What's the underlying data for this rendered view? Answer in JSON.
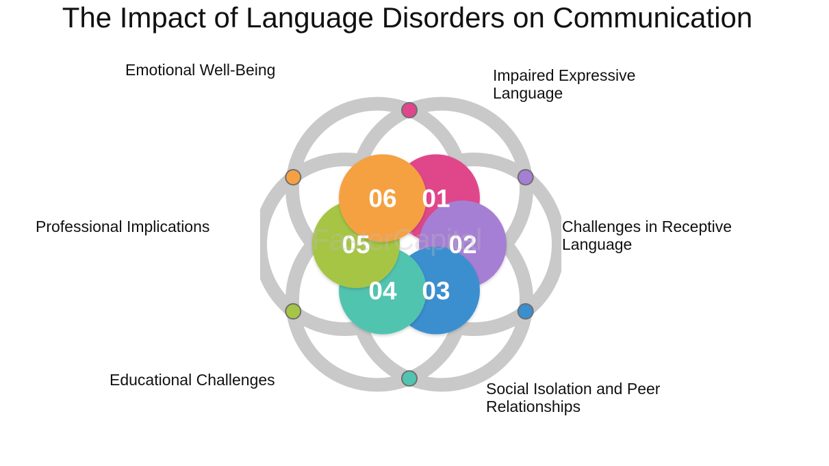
{
  "title": "The Impact of Language Disorders on Communication",
  "watermark": "FasterCapital",
  "items": [
    {
      "number": "01",
      "label_lines": [
        "Impaired Expressive",
        "Language"
      ],
      "color": "#e0468b"
    },
    {
      "number": "02",
      "label_lines": [
        "Challenges in Receptive",
        "Language"
      ],
      "color": "#a57fd4"
    },
    {
      "number": "03",
      "label_lines": [
        "Social Isolation and Peer",
        "Relationships"
      ],
      "color": "#3a8fce"
    },
    {
      "number": "04",
      "label_lines": [
        "Educational Challenges"
      ],
      "color": "#51c4b0"
    },
    {
      "number": "05",
      "label_lines": [
        "Professional Implications"
      ],
      "color": "#a6c545"
    },
    {
      "number": "06",
      "label_lines": [
        "Emotional Well-Being"
      ],
      "color": "#f5a142"
    }
  ],
  "ring_color": "#c9c9c9"
}
